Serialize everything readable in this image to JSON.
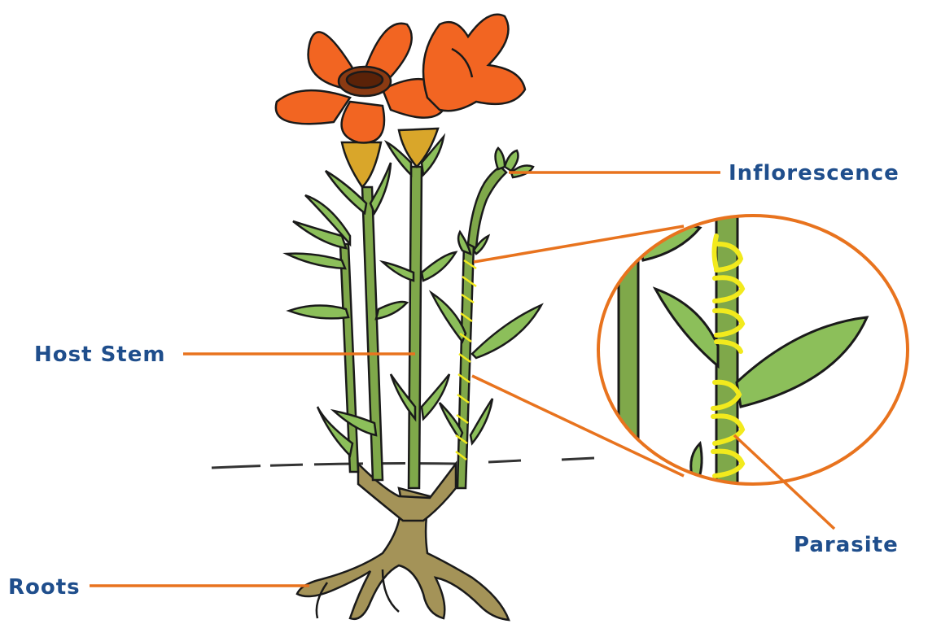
{
  "labels": {
    "inflorescence": "Inflorescence",
    "host_stem": "Host Stem",
    "parasite": "Parasite",
    "roots": "Roots"
  },
  "colors": {
    "label_text": "#1f4e8c",
    "leader_line": "#e8731e",
    "flower": "#f26522",
    "flower_center": "#8a3a12",
    "calyx": "#d9a62a",
    "stem": "#7fa84a",
    "leaf": "#8cbf5a",
    "outline": "#1a1a1a",
    "parasite": "#f2ea1d",
    "roots": "#a49358",
    "zoom_ring": "#e8731e",
    "ground": "#222222"
  },
  "icons": {
    "zoom": "magnified-inset",
    "plant": "host-plant-illustration"
  }
}
